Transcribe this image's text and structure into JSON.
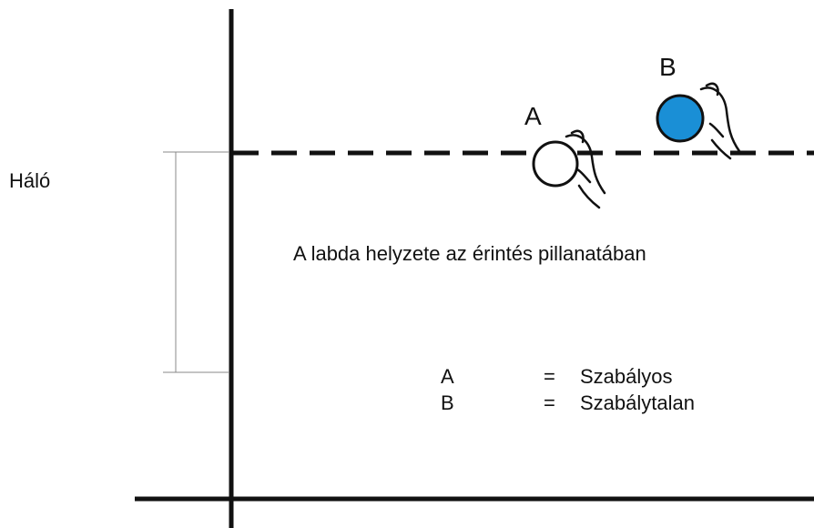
{
  "diagram": {
    "net_label": "Háló",
    "ball_a_label": "A",
    "ball_b_label": "B",
    "caption": "A labda helyzete az érintés pillanatában",
    "legend": [
      {
        "key": "A",
        "eq": "=",
        "value": "Szabályos"
      },
      {
        "key": "B",
        "eq": "=",
        "value": "Szabálytalan"
      }
    ],
    "colors": {
      "ball_a_fill": "#ffffff",
      "ball_b_fill": "#1a8fd6",
      "line": "#111111"
    }
  }
}
